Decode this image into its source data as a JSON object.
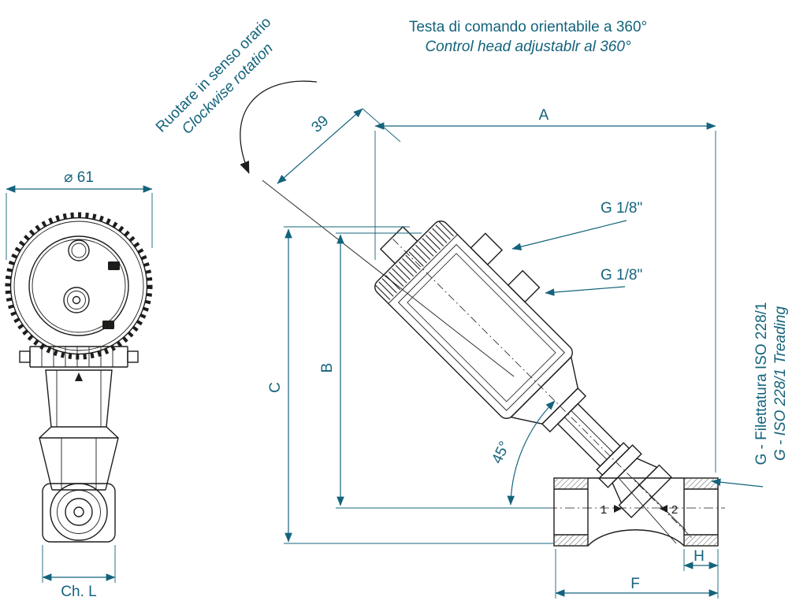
{
  "colors": {
    "accent": "#14637C",
    "ink": "#1d1d1b"
  },
  "title": {
    "line1": "Testa di comando orientabile a 360°",
    "line2": "Control head adjustablr al 360°"
  },
  "rotation_note": {
    "line1": "Ruotare in senso orario",
    "line2": "Clockwise rotation"
  },
  "thread_note": {
    "line1": "G - Filettatura ISO 228/1",
    "line2": "G - ISO 228/1 Treading"
  },
  "dims": {
    "diameter": "⌀ 61",
    "cap_offset": "39",
    "a": "A",
    "b": "B",
    "c": "C",
    "f": "F",
    "h": "H",
    "angle": "45°",
    "wrench": "Ch. L",
    "port_top": "G 1/8\"",
    "port_side": "G 1/8\"",
    "port1": "1",
    "port2": "2"
  }
}
